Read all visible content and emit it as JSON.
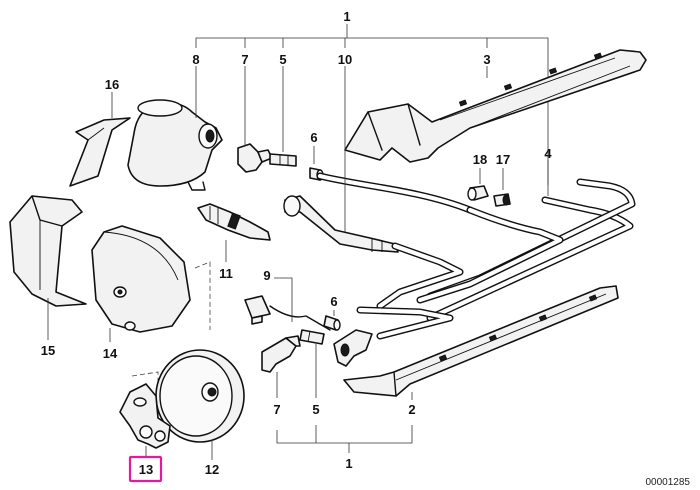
{
  "diagram": {
    "drawing_number": "00001285",
    "highlight_color": "#e5199b",
    "highlighted_label": "13",
    "labels": {
      "l1_top": "1",
      "l8": "8",
      "l7_top": "7",
      "l5_top": "5",
      "l10": "10",
      "l3": "3",
      "l16": "16",
      "l6_top": "6",
      "l18": "18",
      "l17": "17",
      "l4": "4",
      "l11": "11",
      "l9": "9",
      "l6_mid": "6",
      "l15": "15",
      "l14": "14",
      "l13": "13",
      "l12": "12",
      "l7_bottom": "7",
      "l5_bottom": "5",
      "l2": "2",
      "l1_bottom": "1"
    }
  }
}
